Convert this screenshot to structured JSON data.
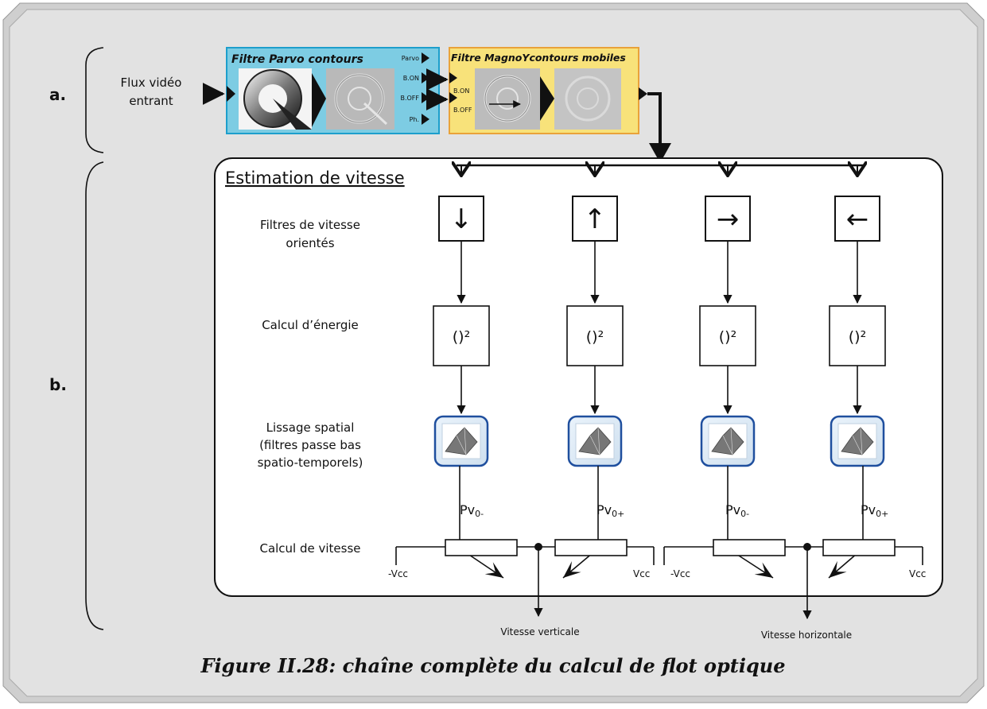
{
  "section_labels": {
    "a": "a.",
    "b": "b."
  },
  "input_label": [
    "Flux vidéo",
    "entrant"
  ],
  "parvo_box": {
    "title": "Filtre Parvo contours",
    "ports": [
      "Parvo",
      "B.ON",
      "B.OFF",
      "Ph."
    ]
  },
  "magno_box": {
    "title": "Filtre MagnoYcontours mobiles",
    "ports": [
      "B.ON",
      "B.OFF"
    ]
  },
  "estimation_title": "Estimation de vitesse",
  "row_labels": {
    "filters": [
      "Filtres de vitesse",
      "orientés"
    ],
    "energy": [
      "Calcul d’énergie"
    ],
    "smoothing": [
      "Lissage spatial",
      "(filtres passe bas",
      "spatio-temporels)"
    ],
    "speed": [
      "Calcul de vitesse"
    ]
  },
  "columns": [
    {
      "arrow": "↓",
      "icon": "arrow-down-icon",
      "energy": "()²",
      "pv_main": "Pv",
      "pv_sub": "0-"
    },
    {
      "arrow": "↑",
      "icon": "arrow-up-icon",
      "energy": "()²",
      "pv_main": "Pv",
      "pv_sub": "0+"
    },
    {
      "arrow": "→",
      "icon": "arrow-right-icon",
      "energy": "()²",
      "pv_main": "Pv",
      "pv_sub": "0-"
    },
    {
      "arrow": "←",
      "icon": "arrow-left-icon",
      "energy": "()²",
      "pv_main": "Pv",
      "pv_sub": "0+"
    }
  ],
  "circuit_labels": {
    "left_neg": "-Vcc",
    "left_pos": "Vcc",
    "right_neg": "-Vcc",
    "right_pos": "Vcc"
  },
  "outputs": {
    "vertical": "Vitesse verticale",
    "horizontal": "Vitesse horizontale"
  },
  "caption": "Figure II.28: chaîne complète du calcul de flot optique",
  "colors": {
    "background": "#e2e2e2",
    "parvo_fill": "#7dcce3",
    "parvo_border": "#1d9fcc",
    "magno_fill": "#f8e27a",
    "magno_border": "#e9a23a",
    "smoothing_border": "#1f4f9e",
    "line": "#111111"
  }
}
